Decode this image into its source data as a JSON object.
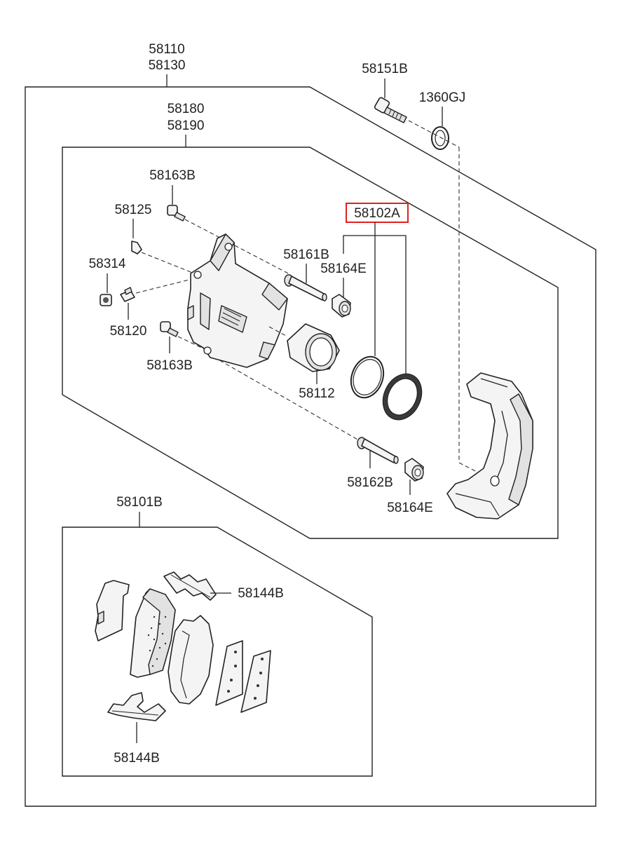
{
  "diagram": {
    "labels": {
      "caliper_assy_1": "58110",
      "caliper_assy_2": "58130",
      "caliper_body_1": "58180",
      "caliper_body_2": "58190",
      "bolt_top": "58151B",
      "washer": "1360GJ",
      "bolt_upper": "58163B",
      "bleeder_cap": "58125",
      "bleeder_bolt": "58314",
      "bleeder_screw": "58120",
      "bolt_lower": "58163B",
      "seal_kit": "58102A",
      "guide_pin_upper": "58161B",
      "boot_upper": "58164E",
      "piston": "58112",
      "guide_pin_lower": "58162B",
      "boot_lower": "58164E",
      "pad_kit": "58101B",
      "shim_top": "58144B",
      "shim_bottom": "58144B"
    },
    "highlight_color": "#e02020"
  }
}
